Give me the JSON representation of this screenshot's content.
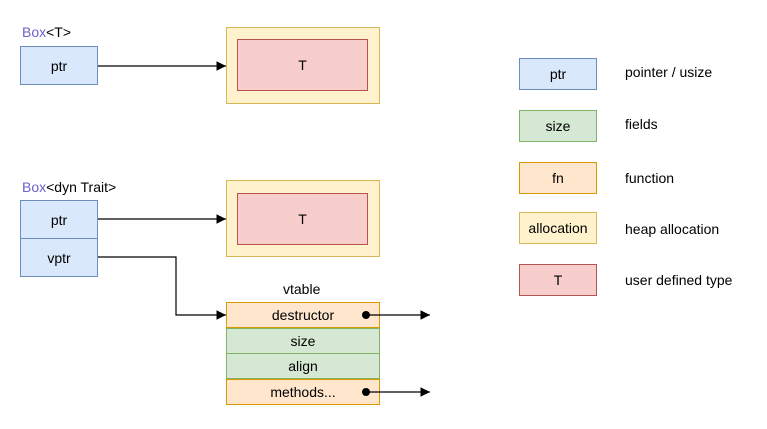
{
  "box_t": {
    "title_prefix": "Box",
    "title_suffix": "<T>",
    "ptr_label": "ptr",
    "target_label": "T"
  },
  "box_dyn": {
    "title_prefix": "Box",
    "title_suffix": "<dyn Trait>",
    "ptr_label": "ptr",
    "vptr_label": "vptr",
    "target_label": "T"
  },
  "vtable": {
    "title": "vtable",
    "rows": [
      "destructor",
      "size",
      "align",
      "methods..."
    ]
  },
  "legend": [
    {
      "label": "ptr",
      "description": "pointer / usize",
      "kind": "ptr"
    },
    {
      "label": "size",
      "description": "fields",
      "kind": "size"
    },
    {
      "label": "fn",
      "description": "function",
      "kind": "fn"
    },
    {
      "label": "allocation",
      "description": "heap allocation",
      "kind": "alloc"
    },
    {
      "label": "T",
      "description": "user defined type",
      "kind": "user"
    }
  ],
  "colors": {
    "ptr": "#dae8fc",
    "size": "#d5e8d4",
    "fn": "#ffe6cc",
    "alloc": "#fff2cc",
    "user": "#f8cecc",
    "title_accent": "#6a63c9"
  }
}
